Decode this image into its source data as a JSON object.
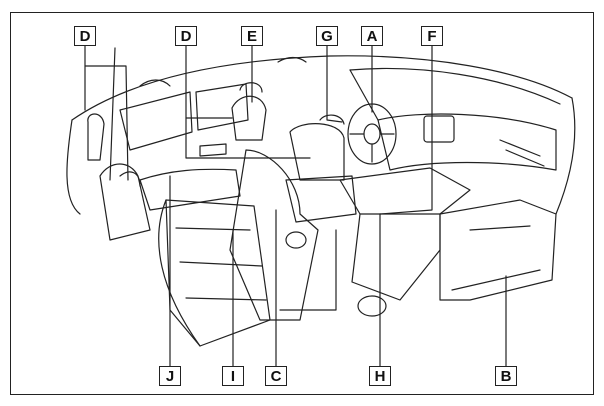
{
  "callouts": {
    "d1": "D",
    "d2": "D",
    "e": "E",
    "g": "G",
    "a": "A",
    "f": "F",
    "j": "J",
    "i": "I",
    "c": "C",
    "h": "H",
    "b": "B"
  },
  "colors": {
    "line": "#222222",
    "background": "#ffffff"
  }
}
